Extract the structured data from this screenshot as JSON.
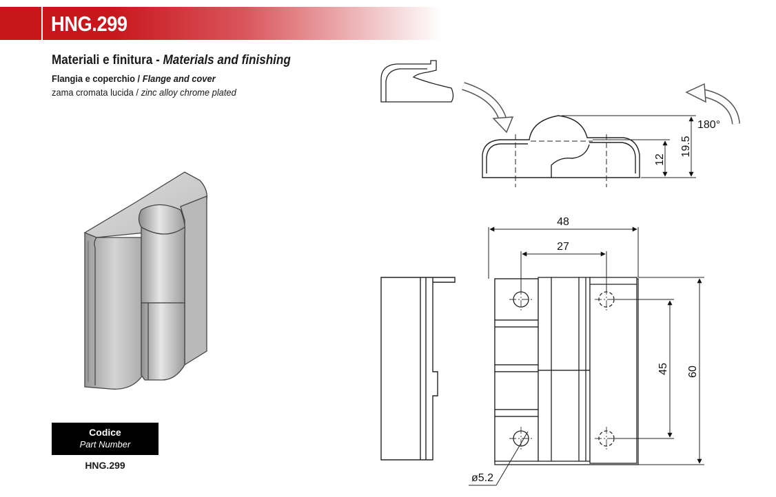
{
  "header": {
    "code": "HNG.299"
  },
  "materials": {
    "title_it": "Materiali e finitura - ",
    "title_en": "Materials and finishing",
    "part_it": "Flangia e coperchio / ",
    "part_en": "Flange and cover",
    "finish_it": "zama cromata lucida / ",
    "finish_en": "zinc alloy chrome plated"
  },
  "code_box": {
    "label_it": "Codice",
    "label_en": "Part Number",
    "value": "HNG.299"
  },
  "dimensions": {
    "height_pin": "12",
    "height_total": "19.5",
    "rotation": "180°",
    "width_total": "48",
    "width_holes": "27",
    "hole_spacing": "45",
    "length_total": "60",
    "hole_diameter": "ø5.2"
  }
}
